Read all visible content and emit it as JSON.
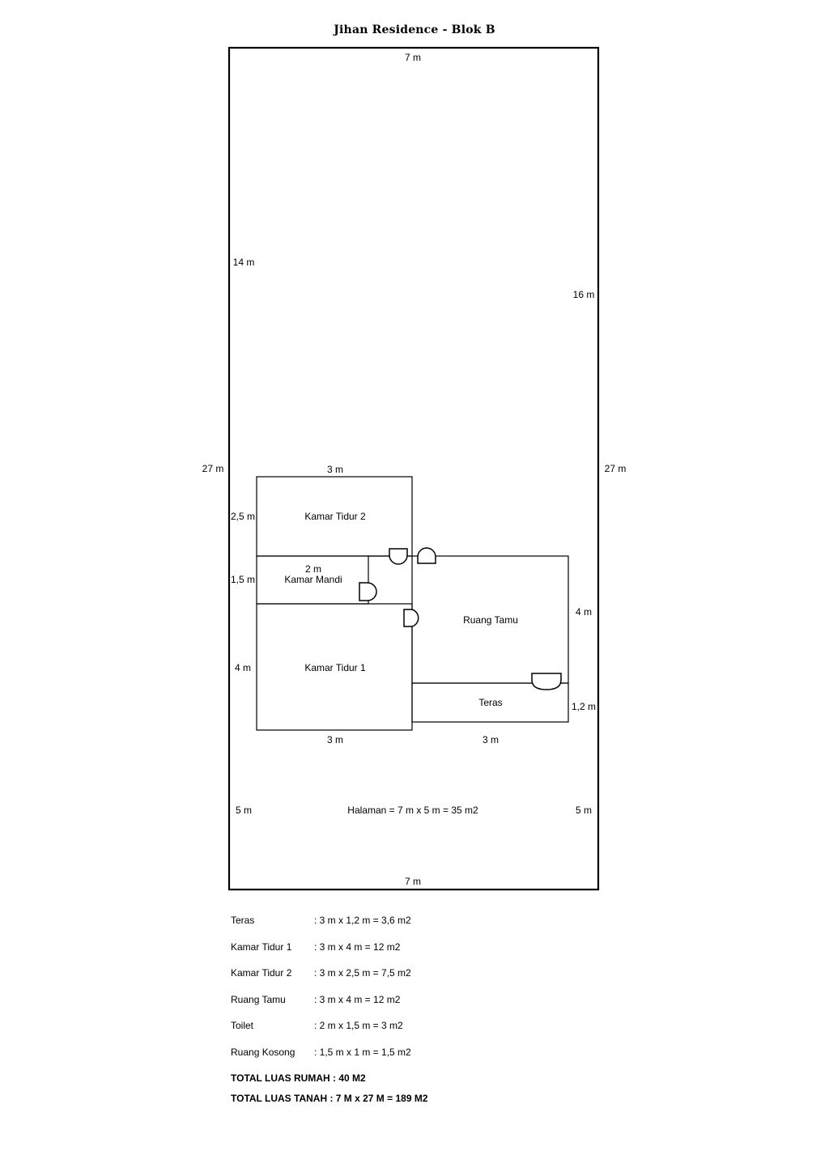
{
  "title": "Jihan Residence - Blok B",
  "plot": {
    "top_width": "7 m",
    "bottom_width": "7 m",
    "left_length": "27 m",
    "right_length": "27 m",
    "left_upper": "14 m",
    "right_upper": "16 m",
    "left_lower": "5 m",
    "right_lower": "5 m",
    "yard_label": "Halaman = 7 m x 5 m = 35 m2"
  },
  "rooms": {
    "kamar_tidur_2": {
      "name": "Kamar Tidur 2",
      "width": "3 m",
      "depth": "2,5 m"
    },
    "kamar_mandi": {
      "name": "Kamar Mandi",
      "width": "2 m",
      "depth": "1,5 m"
    },
    "kamar_tidur_1": {
      "name": "Kamar Tidur 1",
      "width": "3 m",
      "depth": "4 m"
    },
    "ruang_tamu": {
      "name": "Ruang Tamu",
      "depth": "4 m"
    },
    "teras": {
      "name": "Teras",
      "width": "3 m",
      "depth": "1,2 m"
    }
  },
  "areas": [
    {
      "name": "Teras",
      "calc": ": 3 m x 1,2 m = 3,6 m2"
    },
    {
      "name": "Kamar Tidur 1",
      "calc": ": 3 m x 4 m = 12 m2"
    },
    {
      "name": "Kamar Tidur 2",
      "calc": ": 3 m x 2,5 m = 7,5 m2"
    },
    {
      "name": "Ruang Tamu",
      "calc": ": 3 m x 4 m = 12 m2"
    },
    {
      "name": "Toilet",
      "calc": ": 2 m x 1,5 m = 3 m2"
    },
    {
      "name": "Ruang Kosong",
      "calc": ": 1,5 m x 1 m = 1,5 m2"
    }
  ],
  "totals": {
    "rumah": "TOTAL LUAS RUMAH : 40 M2",
    "tanah": "TOTAL LUAS TANAH : 7 M x 27 M = 189 M2"
  }
}
